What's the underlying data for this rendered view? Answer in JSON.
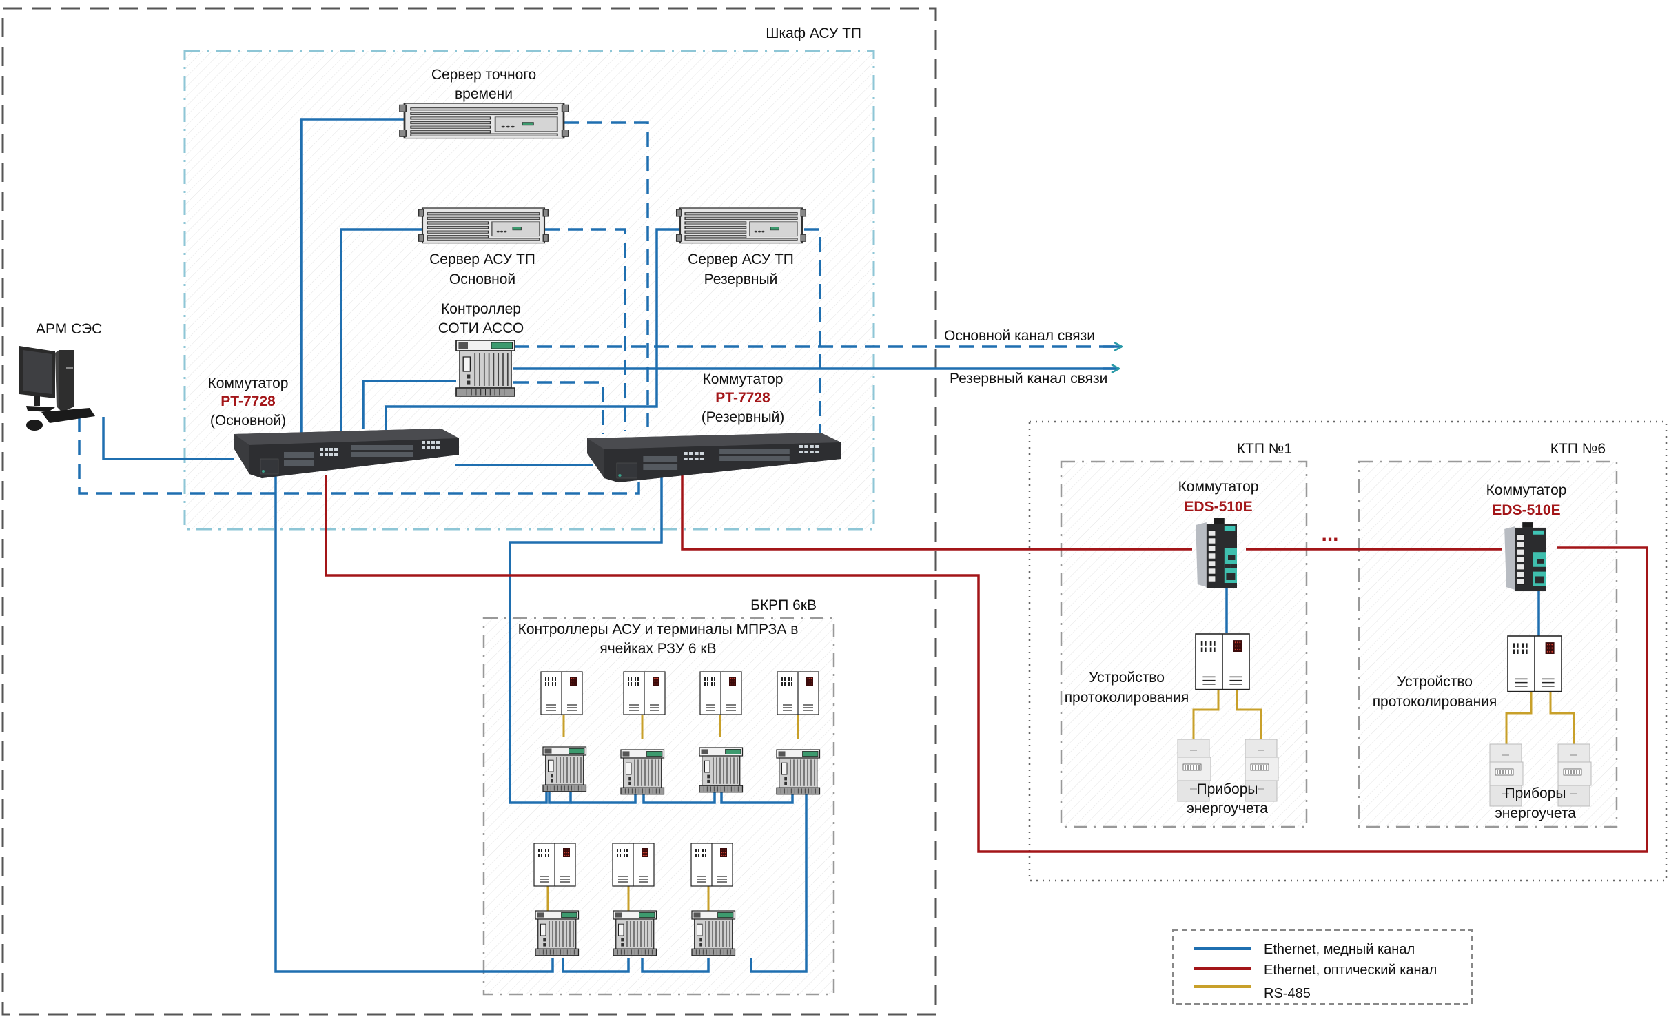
{
  "colors": {
    "ethernet_copper": "#1f6fb0",
    "ethernet_optical": "#a31518",
    "rs485": "#c8a02a",
    "cabinet_border": "#555555",
    "inner_border": "#8ec6d6",
    "zone_border": "#999999",
    "arrow": "#2a9aa8",
    "model_text": "#a31518"
  },
  "cabinet": {
    "title": "Шкаф АСУ ТП",
    "time_server": {
      "line1": "Сервер точного",
      "line2": "времени"
    },
    "server_main": {
      "line1": "Сервер АСУ ТП",
      "line2": "Основной"
    },
    "server_reserve": {
      "line1": "Сервер АСУ ТП",
      "line2": "Резервный"
    },
    "soti_controller": {
      "line1": "Контроллер",
      "line2": "СОТИ АССО"
    },
    "switch_main": {
      "line1": "Коммутатор",
      "model": "PT-7728",
      "line3": "(Основной)"
    },
    "switch_reserve": {
      "line1": "Коммутатор",
      "model": "PT-7728",
      "line3": "(Резервный)"
    }
  },
  "workstation": {
    "label": "АРМ СЭС"
  },
  "channels": {
    "main": "Основной канал связи",
    "reserve": "Резервный канал связи"
  },
  "bkrp": {
    "title": "БКРП 6кВ",
    "caption_line1": "Контроллеры АСУ и терминалы МПРЗА в",
    "caption_line2": "ячейках РЗУ 6 кВ",
    "row1_count": 4,
    "row2_count": 3
  },
  "ktp": [
    {
      "title": "КТП №1",
      "switch_line1": "Коммутатор",
      "switch_model": "EDS-510E",
      "logger_line1": "Устройство",
      "logger_line2": "протоколирования",
      "meters_line1": "Приборы",
      "meters_line2": "энергоучета"
    },
    {
      "title": "КТП №6",
      "switch_line1": "Коммутатор",
      "switch_model": "EDS-510E",
      "logger_line1": "Устройство",
      "logger_line2": "протоколирования",
      "meters_line1": "Приборы",
      "meters_line2": "энергоучета"
    }
  ],
  "ellipsis": "...",
  "legend": {
    "items": [
      {
        "label": "Ethernet, медный канал",
        "type": "ethernet_copper"
      },
      {
        "label": "Ethernet, оптический канал",
        "type": "ethernet_optical"
      },
      {
        "label": "RS-485",
        "type": "rs485"
      }
    ]
  }
}
